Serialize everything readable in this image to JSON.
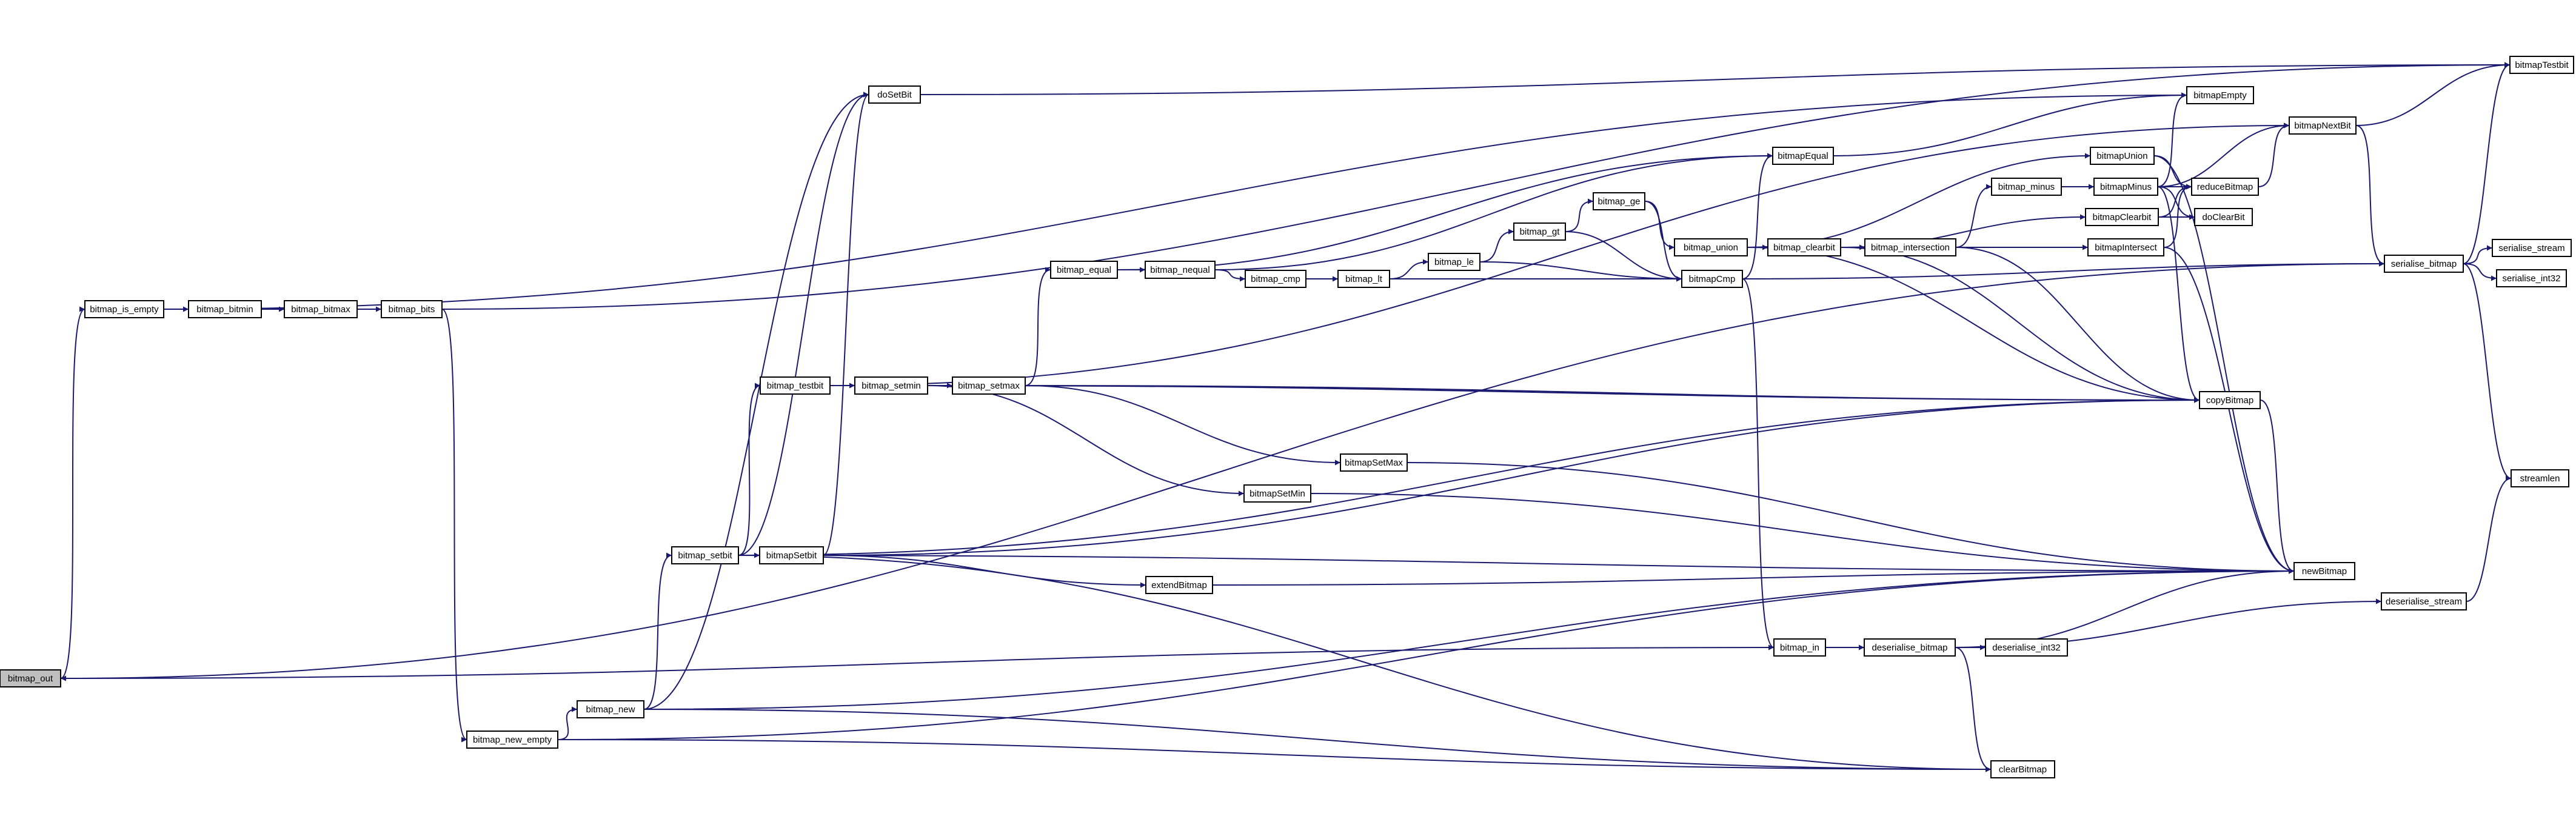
{
  "colors": {
    "edge": "#191970",
    "node_border": "#000000",
    "node_fill": "#ffffff",
    "root_fill": "#bfbfbf",
    "background": "#ffffff"
  },
  "nodes": [
    {
      "id": "bitmap_out",
      "label": "bitmap_out",
      "root": true
    },
    {
      "id": "bitmap_is_empty",
      "label": "bitmap_is_empty"
    },
    {
      "id": "bitmap_bitmin",
      "label": "bitmap_bitmin"
    },
    {
      "id": "bitmap_bitmax",
      "label": "bitmap_bitmax"
    },
    {
      "id": "bitmap_bits",
      "label": "bitmap_bits"
    },
    {
      "id": "bitmap_new_empty",
      "label": "bitmap_new_empty"
    },
    {
      "id": "bitmap_new",
      "label": "bitmap_new"
    },
    {
      "id": "bitmap_setbit",
      "label": "bitmap_setbit"
    },
    {
      "id": "bitmap_testbit",
      "label": "bitmap_testbit"
    },
    {
      "id": "bitmapSetbit",
      "label": "bitmapSetbit"
    },
    {
      "id": "doSetBit",
      "label": "doSetBit"
    },
    {
      "id": "bitmap_setmin",
      "label": "bitmap_setmin"
    },
    {
      "id": "bitmap_setmax",
      "label": "bitmap_setmax"
    },
    {
      "id": "bitmap_equal",
      "label": "bitmap_equal"
    },
    {
      "id": "bitmap_nequal",
      "label": "bitmap_nequal"
    },
    {
      "id": "bitmap_cmp",
      "label": "bitmap_cmp"
    },
    {
      "id": "bitmap_lt",
      "label": "bitmap_lt"
    },
    {
      "id": "bitmap_le",
      "label": "bitmap_le"
    },
    {
      "id": "bitmap_gt",
      "label": "bitmap_gt"
    },
    {
      "id": "bitmap_ge",
      "label": "bitmap_ge"
    },
    {
      "id": "bitmapCmp",
      "label": "bitmapCmp"
    },
    {
      "id": "bitmap_union",
      "label": "bitmap_union"
    },
    {
      "id": "bitmap_clearbit",
      "label": "bitmap_clearbit"
    },
    {
      "id": "bitmap_intersection",
      "label": "bitmap_intersection"
    },
    {
      "id": "bitmap_minus",
      "label": "bitmap_minus"
    },
    {
      "id": "bitmapEqual",
      "label": "bitmapEqual"
    },
    {
      "id": "bitmapUnion",
      "label": "bitmapUnion"
    },
    {
      "id": "bitmapMinus",
      "label": "bitmapMinus"
    },
    {
      "id": "bitmapClearbit",
      "label": "bitmapClearbit"
    },
    {
      "id": "bitmapIntersect",
      "label": "bitmapIntersect"
    },
    {
      "id": "bitmapEmpty",
      "label": "bitmapEmpty"
    },
    {
      "id": "reduceBitmap",
      "label": "reduceBitmap"
    },
    {
      "id": "doClearBit",
      "label": "doClearBit"
    },
    {
      "id": "bitmapNextBit",
      "label": "bitmapNextBit"
    },
    {
      "id": "bitmapTestbit",
      "label": "bitmapTestbit"
    },
    {
      "id": "serialise_bitmap",
      "label": "serialise_bitmap"
    },
    {
      "id": "serialise_stream",
      "label": "serialise_stream"
    },
    {
      "id": "serialise_int32",
      "label": "serialise_int32"
    },
    {
      "id": "copyBitmap",
      "label": "copyBitmap"
    },
    {
      "id": "streamlen",
      "label": "streamlen"
    },
    {
      "id": "bitmapSetMax",
      "label": "bitmapSetMax"
    },
    {
      "id": "bitmapSetMin",
      "label": "bitmapSetMin"
    },
    {
      "id": "extendBitmap",
      "label": "extendBitmap"
    },
    {
      "id": "newBitmap",
      "label": "newBitmap"
    },
    {
      "id": "deserialise_stream",
      "label": "deserialise_stream"
    },
    {
      "id": "bitmap_in",
      "label": "bitmap_in"
    },
    {
      "id": "deserialise_bitmap",
      "label": "deserialise_bitmap"
    },
    {
      "id": "deserialise_int32",
      "label": "deserialise_int32"
    },
    {
      "id": "clearBitmap",
      "label": "clearBitmap"
    }
  ],
  "edges": [
    [
      "bitmap_out",
      "bitmap_is_empty"
    ],
    [
      "bitmap_out",
      "serialise_bitmap"
    ],
    [
      "bitmap_is_empty",
      "bitmap_bitmin"
    ],
    [
      "bitmap_is_empty",
      "bitmapEmpty"
    ],
    [
      "bitmap_bitmin",
      "bitmap_bitmax"
    ],
    [
      "bitmap_bitmax",
      "bitmap_bits"
    ],
    [
      "bitmap_bits",
      "bitmapTestbit"
    ],
    [
      "bitmap_bits",
      "bitmap_new_empty"
    ],
    [
      "bitmap_new_empty",
      "bitmap_new"
    ],
    [
      "bitmap_new_empty",
      "clearBitmap"
    ],
    [
      "bitmap_new_empty",
      "newBitmap"
    ],
    [
      "bitmap_new",
      "bitmap_setbit"
    ],
    [
      "bitmap_new",
      "doSetBit"
    ],
    [
      "bitmap_new",
      "clearBitmap"
    ],
    [
      "bitmap_new",
      "newBitmap"
    ],
    [
      "bitmap_setbit",
      "bitmap_testbit"
    ],
    [
      "bitmap_setbit",
      "bitmapSetbit"
    ],
    [
      "bitmap_setbit",
      "doSetBit"
    ],
    [
      "bitmap_setbit",
      "copyBitmap"
    ],
    [
      "bitmap_setbit",
      "newBitmap"
    ],
    [
      "bitmap_setbit",
      "clearBitmap"
    ],
    [
      "bitmap_testbit",
      "bitmap_setmin"
    ],
    [
      "bitmap_testbit",
      "bitmapNextBit"
    ],
    [
      "bitmapSetbit",
      "doSetBit"
    ],
    [
      "bitmapSetbit",
      "copyBitmap"
    ],
    [
      "bitmapSetbit",
      "extendBitmap"
    ],
    [
      "doSetBit",
      "bitmapTestbit"
    ],
    [
      "bitmap_setmin",
      "bitmap_setmax"
    ],
    [
      "bitmap_setmin",
      "copyBitmap"
    ],
    [
      "bitmap_setmin",
      "bitmapSetMin"
    ],
    [
      "bitmap_setmax",
      "bitmap_equal"
    ],
    [
      "bitmap_setmax",
      "copyBitmap"
    ],
    [
      "bitmap_setmax",
      "bitmapSetMax"
    ],
    [
      "bitmap_equal",
      "bitmap_nequal"
    ],
    [
      "bitmap_equal",
      "bitmapEqual"
    ],
    [
      "bitmap_nequal",
      "bitmap_cmp"
    ],
    [
      "bitmap_nequal",
      "bitmapEqual"
    ],
    [
      "bitmap_cmp",
      "bitmap_lt"
    ],
    [
      "bitmap_cmp",
      "bitmapCmp"
    ],
    [
      "bitmap_lt",
      "bitmap_le"
    ],
    [
      "bitmap_le",
      "bitmap_gt"
    ],
    [
      "bitmap_le",
      "bitmapCmp"
    ],
    [
      "bitmap_gt",
      "bitmap_ge"
    ],
    [
      "bitmap_gt",
      "bitmapCmp"
    ],
    [
      "bitmap_ge",
      "bitmap_union"
    ],
    [
      "bitmap_ge",
      "bitmapCmp"
    ],
    [
      "bitmapCmp",
      "bitmapEqual"
    ],
    [
      "bitmapCmp",
      "serialise_bitmap"
    ],
    [
      "bitmapCmp",
      "bitmap_in"
    ],
    [
      "bitmap_union",
      "bitmap_clearbit"
    ],
    [
      "bitmap_union",
      "bitmapUnion"
    ],
    [
      "bitmap_union",
      "copyBitmap"
    ],
    [
      "bitmap_clearbit",
      "bitmap_intersection"
    ],
    [
      "bitmap_clearbit",
      "bitmapClearbit"
    ],
    [
      "bitmap_clearbit",
      "copyBitmap"
    ],
    [
      "bitmap_intersection",
      "bitmap_minus"
    ],
    [
      "bitmap_intersection",
      "bitmapIntersect"
    ],
    [
      "bitmap_intersection",
      "copyBitmap"
    ],
    [
      "bitmap_minus",
      "bitmapMinus"
    ],
    [
      "bitmapEqual",
      "bitmapEmpty"
    ],
    [
      "bitmapUnion",
      "reduceBitmap"
    ],
    [
      "bitmapUnion",
      "newBitmap"
    ],
    [
      "bitmapMinus",
      "bitmapEmpty"
    ],
    [
      "bitmapMinus",
      "reduceBitmap"
    ],
    [
      "bitmapMinus",
      "doClearBit"
    ],
    [
      "bitmapMinus",
      "bitmapNextBit"
    ],
    [
      "bitmapMinus",
      "copyBitmap"
    ],
    [
      "bitmapClearbit",
      "reduceBitmap"
    ],
    [
      "bitmapClearbit",
      "doClearBit"
    ],
    [
      "bitmapIntersect",
      "reduceBitmap"
    ],
    [
      "bitmapIntersect",
      "newBitmap"
    ],
    [
      "reduceBitmap",
      "bitmapNextBit"
    ],
    [
      "bitmapNextBit",
      "bitmapTestbit"
    ],
    [
      "bitmapNextBit",
      "serialise_bitmap"
    ],
    [
      "serialise_bitmap",
      "bitmapTestbit"
    ],
    [
      "serialise_bitmap",
      "serialise_stream"
    ],
    [
      "serialise_bitmap",
      "serialise_int32"
    ],
    [
      "serialise_bitmap",
      "streamlen"
    ],
    [
      "copyBitmap",
      "newBitmap"
    ],
    [
      "bitmapSetMax",
      "newBitmap"
    ],
    [
      "bitmapSetMin",
      "newBitmap"
    ],
    [
      "extendBitmap",
      "newBitmap"
    ],
    [
      "deserialise_stream",
      "streamlen"
    ],
    [
      "bitmap_in",
      "bitmap_out"
    ],
    [
      "bitmap_in",
      "deserialise_bitmap"
    ],
    [
      "deserialise_bitmap",
      "deserialise_int32"
    ],
    [
      "deserialise_bitmap",
      "deserialise_stream"
    ],
    [
      "deserialise_bitmap",
      "newBitmap"
    ],
    [
      "deserialise_bitmap",
      "clearBitmap"
    ]
  ]
}
